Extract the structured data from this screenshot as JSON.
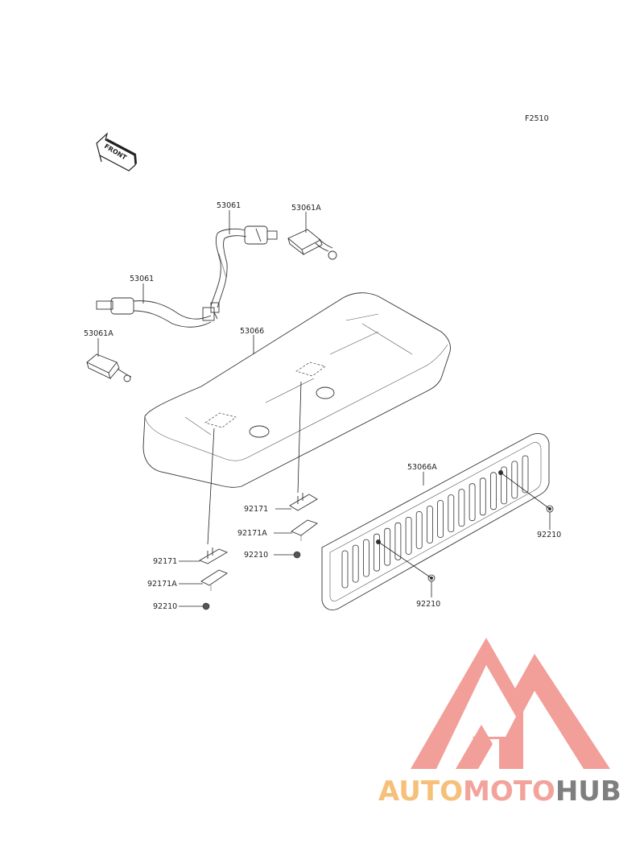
{
  "diagram": {
    "figure_code": "F2510",
    "front_arrow_text": "FRONT",
    "callouts": {
      "belt_upper": "53061",
      "buckle_upper": "53061A",
      "belt_left": "53061",
      "buckle_left": "53061A",
      "seat": "53066",
      "panel": "53066A",
      "bracket_right": "92171",
      "plate_right": "92171A",
      "nut_right": "92210",
      "bracket_left": "92171",
      "plate_left": "92171A",
      "nut_left": "92210",
      "nut_panel_right": "92210",
      "nut_panel_bottom": "92210"
    }
  },
  "watermark": {
    "brand_part1": "AUTO",
    "brand_part2": "MOTO",
    "brand_part3": "HUB",
    "colors": {
      "logo": "#f19f98",
      "auto": "#f6c07a",
      "moto": "#f2a49c",
      "hub": "#7f7f7f"
    }
  }
}
